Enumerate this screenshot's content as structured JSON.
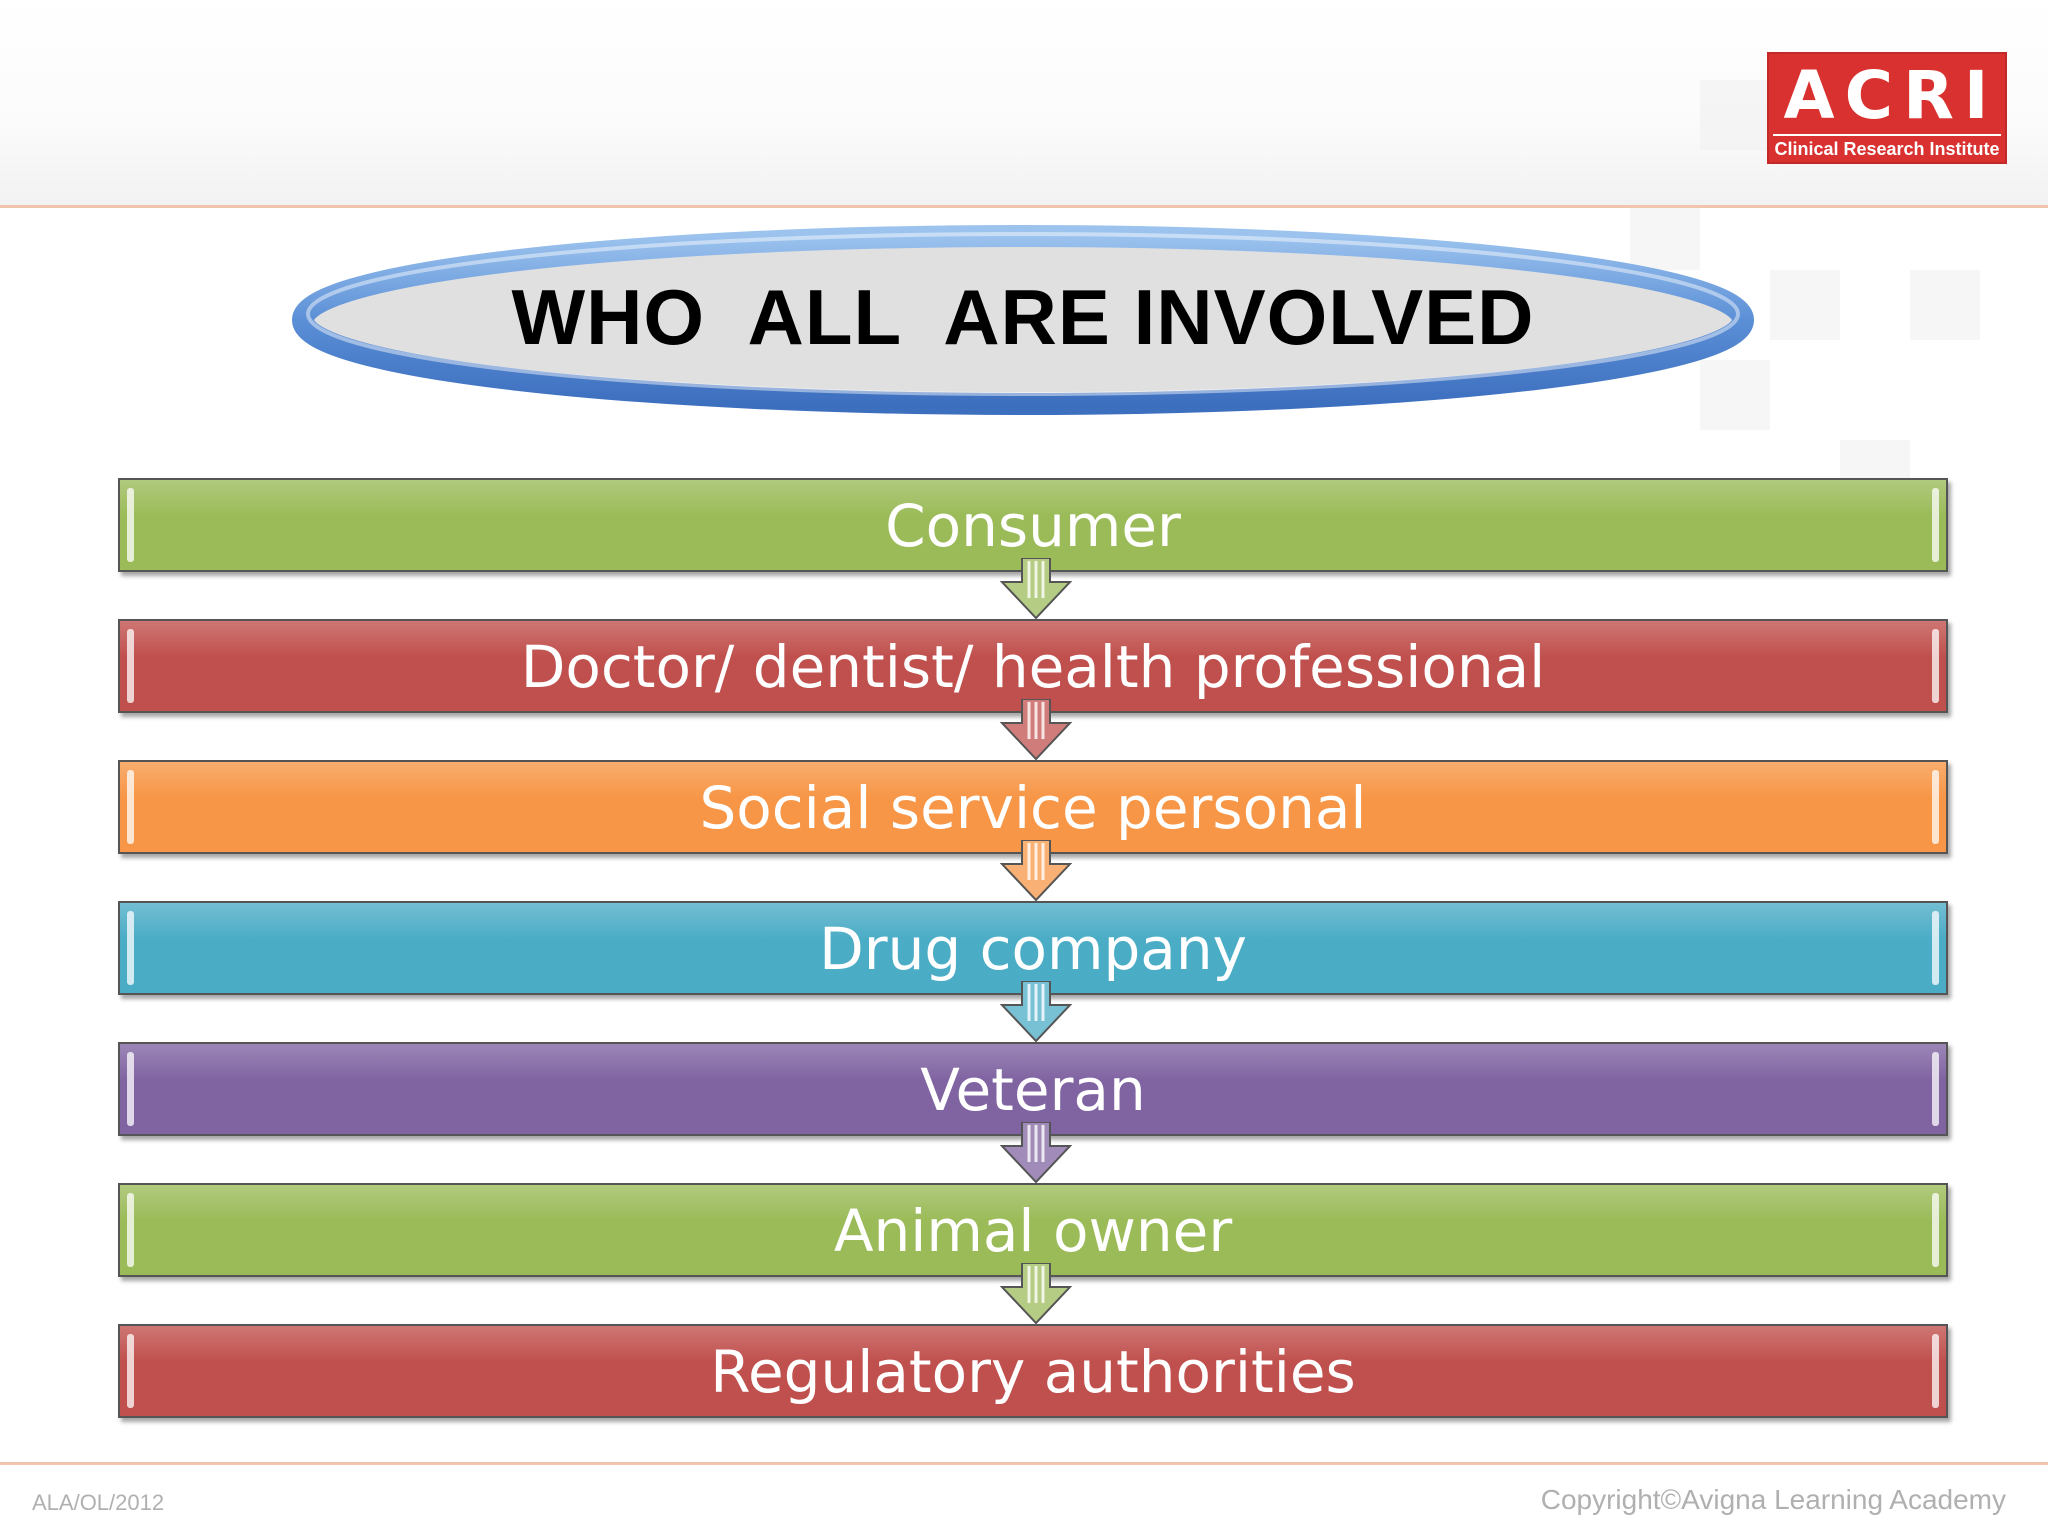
{
  "logo": {
    "main": "ACRI",
    "sub": "Clinical Research Institute",
    "color": "#d8312f"
  },
  "title": "WHO  ALL  ARE INVOLVED",
  "steps": [
    {
      "label": "Consumer",
      "color": "#9bbb59"
    },
    {
      "label": "Doctor/ dentist/ health professional",
      "color": "#c0504d"
    },
    {
      "label": "Social service personal",
      "color": "#f79646"
    },
    {
      "label": "Drug company",
      "color": "#4bacc6"
    },
    {
      "label": "Veteran",
      "color": "#8064a2"
    },
    {
      "label": "Animal owner",
      "color": "#9bbb59"
    },
    {
      "label": "Regulatory authorities",
      "color": "#c0504d"
    }
  ],
  "footer": {
    "left": "ALA/OL/2012",
    "right": "Copyright©Avigna Learning Academy"
  }
}
